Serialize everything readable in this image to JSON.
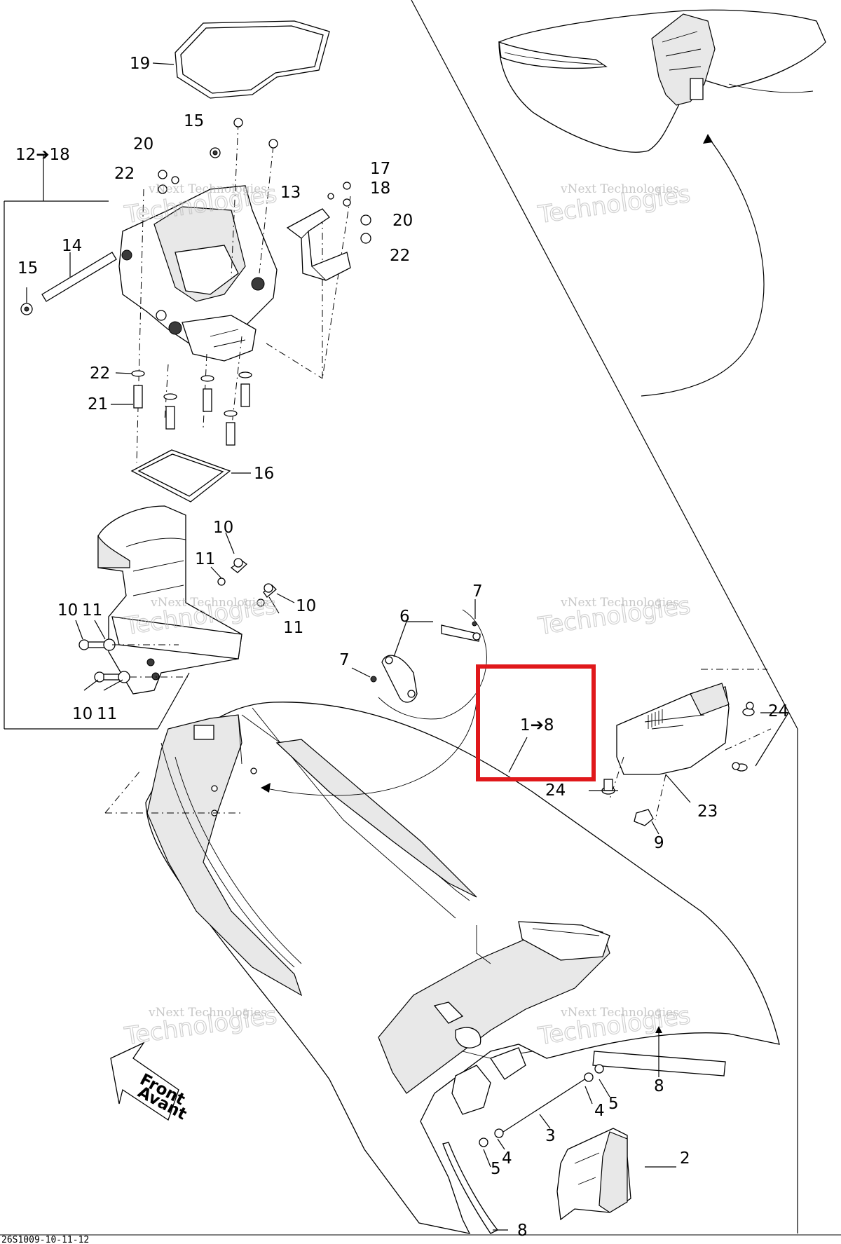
{
  "diagram": {
    "callouts": {
      "c19": "19",
      "c15a": "15",
      "c20a": "20",
      "c22a": "22",
      "c12_18": "12➔18",
      "c13": "13",
      "c17": "17",
      "c18": "18",
      "c20b": "20",
      "c22b": "22",
      "c14": "14",
      "c15b": "15",
      "c22c": "22",
      "c21": "21",
      "c16": "16",
      "c10a": "10",
      "c11a": "11",
      "c10b": "10",
      "c11b": "11",
      "c10c": "10",
      "c11c": "11",
      "c10d": "10",
      "c11d": "11",
      "c7a": "7",
      "c6": "6",
      "c7b": "7",
      "c1_8": "1➔8",
      "c24a": "24",
      "c24b": "24",
      "c23": "23",
      "c9": "9",
      "c8a": "8",
      "c4a": "4",
      "c5a": "5",
      "c3": "3",
      "c4b": "4",
      "c5b": "5",
      "c2": "2",
      "c8b": "8"
    },
    "front_arrow": {
      "line1": "Front",
      "line2": "Avant"
    },
    "watermark": {
      "small": "vNext Technologies",
      "big": "Technologies"
    },
    "footer_code": "26S1009-10-11-12",
    "highlight_color": "#e0181b"
  }
}
